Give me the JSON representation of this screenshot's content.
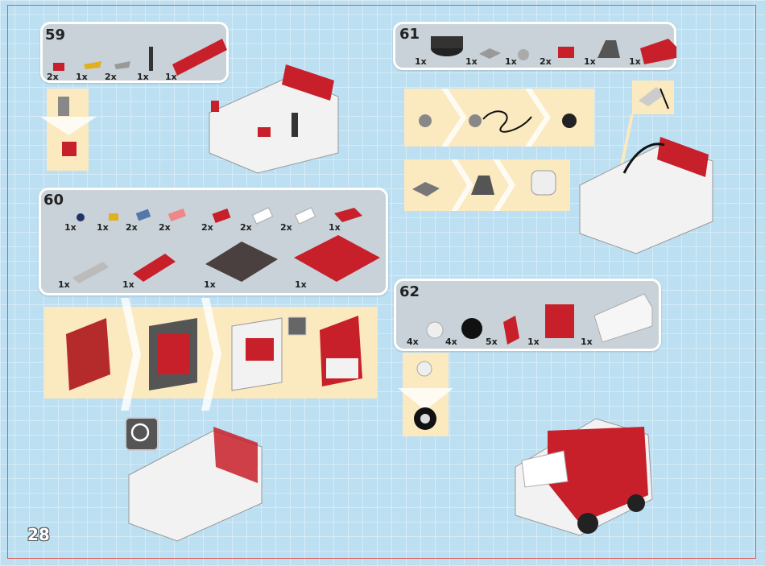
{
  "page_number": "28",
  "steps": {
    "s59": {
      "number": "59",
      "quantities": [
        "2x",
        "1x",
        "2x",
        "1x",
        "1x"
      ]
    },
    "s60": {
      "number": "60",
      "quantities": [
        "1x",
        "1x",
        "2x",
        "2x",
        "2x",
        "2x",
        "2x",
        "1x",
        "1x",
        "1x",
        "1x",
        "1x"
      ]
    },
    "s61": {
      "number": "61",
      "quantities": [
        "1x",
        "1x",
        "1x",
        "2x",
        "1x",
        "1x"
      ]
    },
    "s62": {
      "number": "62",
      "quantities": [
        "4x",
        "4x",
        "5x",
        "1x",
        "1x"
      ]
    }
  },
  "colors": {
    "red": "#c8202a",
    "dark": "#3a3a3a",
    "sub_bg": "#fbe9c0",
    "panel_bg": "#c9d2d8"
  },
  "icons": [
    "rotate-model-icon",
    "flip-over-icon"
  ]
}
